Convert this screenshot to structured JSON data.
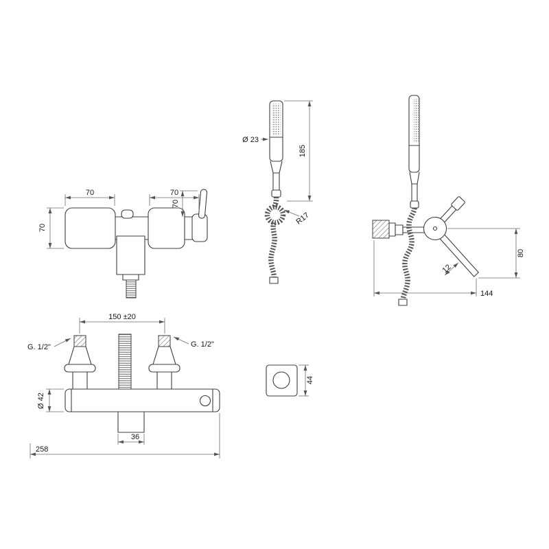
{
  "page": {
    "background": "#ffffff"
  },
  "drawing": {
    "line_color": "#3d3d3d",
    "dimension_color": "#6a6a6a",
    "text_color": "#151515",
    "views": {
      "front": {
        "dim_left_plate_width": "70",
        "dim_right_plate_width": "70",
        "dim_handle_height": "70",
        "dim_plate_height": "70"
      },
      "hand_shower": {
        "dim_head_diameter": "Ø 23",
        "dim_length": "185",
        "dim_bend_radius": "R17"
      },
      "side": {
        "dim_spout_drop": "80",
        "dim_overall_depth": "144",
        "dim_spout_width": "12"
      },
      "plan": {
        "dim_inlet_spacing": "150 ±20",
        "dim_left_inlet_thread": "G. 1/2\"",
        "dim_right_inlet_thread": "G. 1/2\"",
        "dim_body_diameter": "Ø 42",
        "dim_spout_block_width": "36",
        "dim_overall_width": "258"
      },
      "bracket": {
        "dim_size": "44"
      }
    }
  }
}
